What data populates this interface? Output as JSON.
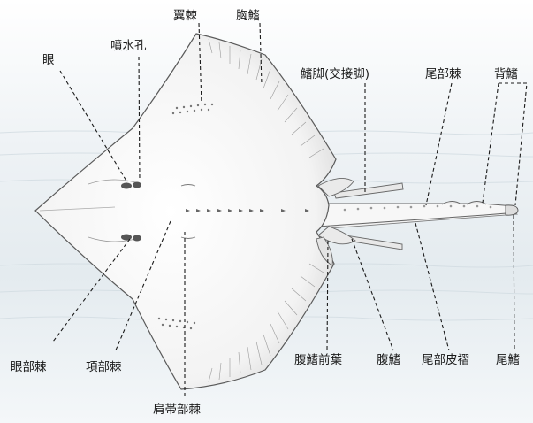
{
  "colors": {
    "water": "#e6edf1",
    "body": "#ffffff",
    "ink": "#5a5a5a",
    "label": "#1a1a1a"
  },
  "labels": {
    "wing_spine": "翼棘",
    "pectoral_fin": "胸鰭",
    "spiracle": "噴水孔",
    "eye": "眼",
    "clasper": "鰭脚(交接脚)",
    "tail_spine": "尾部棘",
    "dorsal_fin": "背鰭",
    "orbital_spine": "眼部棘",
    "nuchal_spine": "項部棘",
    "scapular_spine": "肩帯部棘",
    "pelvic_anterior_lobe": "腹鰭前葉",
    "pelvic_fin": "腹鰭",
    "tail_fold": "尾部皮褶",
    "caudal_fin": "尾鰭"
  }
}
